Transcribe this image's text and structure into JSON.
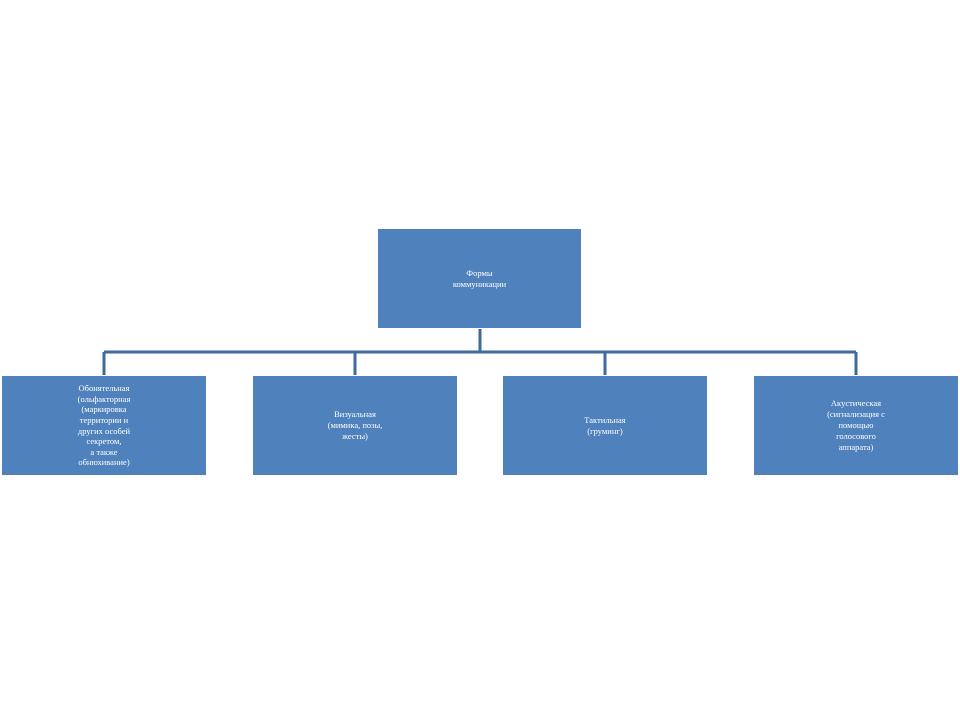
{
  "diagram": {
    "root": {
      "label": "Формы\nкоммуникации"
    },
    "children": [
      {
        "label": "Обонятельная\n(ольфакторная\n(маркировка\nтерритории и\nдругих особей\nсекретом,\nа также\nобнюхивание)"
      },
      {
        "label": "Визуальная\n(мимика, позы,\nжесты)"
      },
      {
        "label": "Тактильная\n(груминг)"
      },
      {
        "label": "Акустическая\n(сигнализация с\nпомощью\nголосового\nаппарата)"
      }
    ],
    "colors": {
      "node_fill": "#4f81bd",
      "node_text": "#ffffff",
      "connector": "#3f6a9c"
    }
  }
}
